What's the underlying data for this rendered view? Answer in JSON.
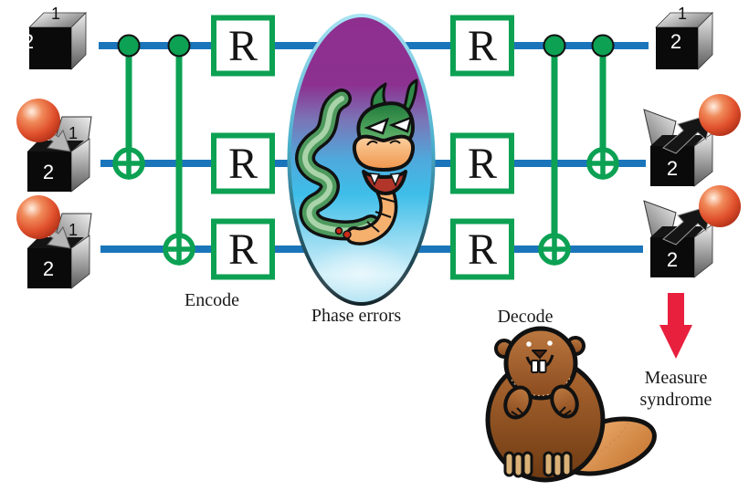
{
  "figure": {
    "background": "#FFFFFF",
    "labels": {
      "encode": "Encode",
      "phase_errors": "Phase errors",
      "decode": "Decode",
      "measure_line1": "Measure",
      "measure_line2": "syndrome"
    },
    "gates": {
      "rotation": "R",
      "rotation_count": 6,
      "cnot_count": 4,
      "cnots": [
        {
          "stage": "encode",
          "control_wire": 1,
          "target_wire": 2
        },
        {
          "stage": "encode",
          "control_wire": 1,
          "target_wire": 3
        },
        {
          "stage": "decode",
          "control_wire": 1,
          "target_wire": 3
        },
        {
          "stage": "decode",
          "control_wire": 1,
          "target_wire": 2
        }
      ]
    },
    "qubit_boxes": {
      "top_label": "1",
      "front_label": "2",
      "wire_count": 3
    },
    "icons": {
      "qubit_closed_cube": "black-cube",
      "qubit_insert": "red-sphere-into-open-box",
      "qubit_extract": "red-sphere-out-of-open-box",
      "control_dot": "filled-green-circle",
      "cnot_target": "green-circle-plus",
      "phase_error_blob": "purple-cyan-ellipse",
      "error_creature": "snake-cartoon",
      "decode_mascot": "beaver-cartoon",
      "measure_arrow": "red-down-arrow"
    },
    "colors": {
      "wire_blue": "#1B75BB",
      "gate_green": "#0CA153",
      "measure_arrow_red": "#E8203E",
      "sphere_red": "#D94B2B",
      "blob_purple_top": "#8E2F8F",
      "blob_cyan_bottom": "#AEE2F3"
    }
  }
}
